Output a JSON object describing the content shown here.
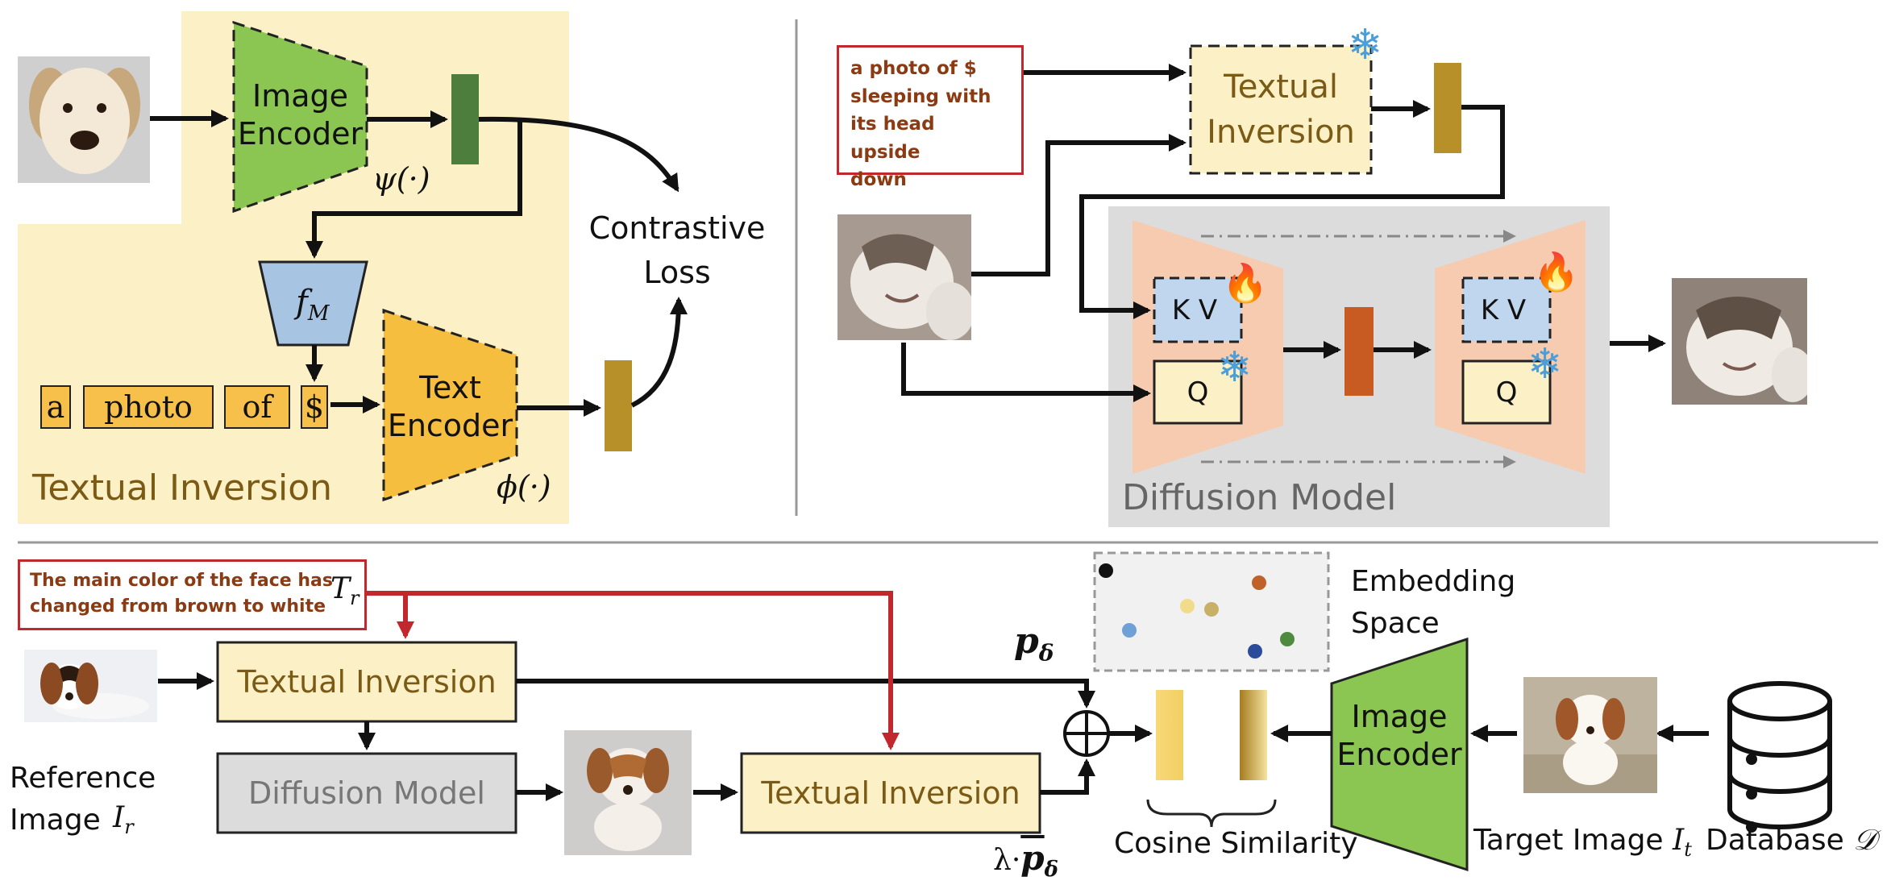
{
  "colors": {
    "yellow_panel": "#FCF0C7",
    "image_encoder": "#8BC652",
    "text_encoder": "#F6BE3E",
    "fm_box": "#A7C4E2",
    "embedding_green": "#4E7E3E",
    "embedding_gold": "#B8902A",
    "diffusion_bg": "#DCDCDC",
    "unet_peach": "#F6CBB0",
    "kv_blue": "#BFD6EE",
    "bottleneck": "#C75B22",
    "prompt_red": "#C0282D",
    "ti_box": "#FCF0C7"
  },
  "panel_a": {
    "image_encoder": "Image\nEncoder",
    "psi": "ψ(·)",
    "fm": "f",
    "fm_sub": "M",
    "tokens": [
      "a",
      "photo",
      "of",
      "$"
    ],
    "text_encoder": "Text\nEncoder",
    "phi": "ϕ(·)",
    "contrastive_loss": "Contrastive\nLoss",
    "title": "Textual Inversion",
    "photo_icon": "dog-photo"
  },
  "panel_b": {
    "prompt": "a photo of $\nsleeping with\nits head upside\ndown",
    "textual_inversion": "Textual\nInversion",
    "kv_left": "K V",
    "q_left": "Q",
    "kv_right": "K V",
    "q_right": "Q",
    "title": "Diffusion Model",
    "icons": [
      "snowflake-icon",
      "fire-icon"
    ],
    "input_photo": "cat-photo",
    "output_photo": "cat-photo"
  },
  "panel_c": {
    "prompt": "The main color of the face has\nchanged from brown to white",
    "tr": "T",
    "tr_sub": "r",
    "textual_inversion_top": "Textual Inversion",
    "diffusion_model": "Diffusion Model",
    "textual_inversion_bottom": "Textual Inversion",
    "reference_label": "Reference\nImage",
    "ir": "I",
    "ir_sub": "r",
    "p_delta": "p",
    "p_delta_sub": "δ",
    "lambda_term": "λ·",
    "lambda_p": "p",
    "lambda_sub": "δ",
    "cosine_similarity": "Cosine Similarity",
    "embedding_space": "Embedding\nSpace",
    "image_encoder": "Image\nEncoder",
    "target_label": "Target Image",
    "it": "I",
    "it_sub": "t",
    "database_label": "Database",
    "database_symbol": "𝒟",
    "photos": [
      "puppy-photo",
      "puppy-photo",
      "puppy-photo"
    ],
    "embedding_dot_colors": [
      "#111111",
      "#6FA0D6",
      "#F1DC8C",
      "#C9B067",
      "#C0612A",
      "#2A4C9A",
      "#4E8B3E"
    ]
  }
}
